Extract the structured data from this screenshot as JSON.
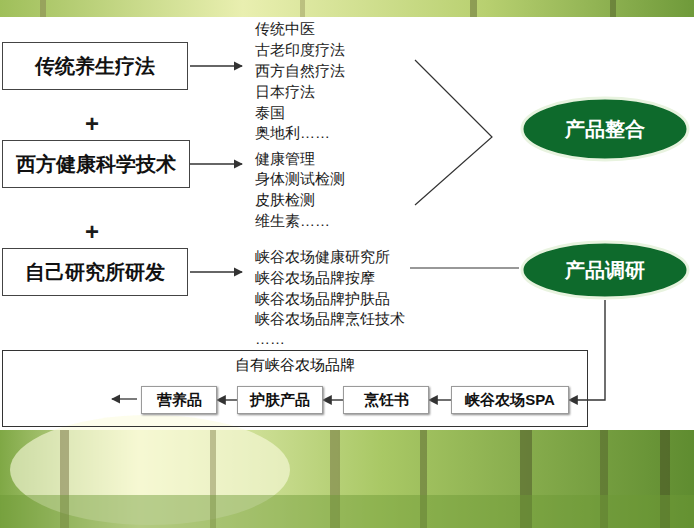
{
  "diagram": {
    "nodes": [
      {
        "text": [
          "传统养生疗法"
        ]
      },
      {
        "text": [
          "西方健康科学技术"
        ]
      },
      {
        "text": [
          "自己研究所研发"
        ]
      },
      {
        "text": [
          "产品整合"
        ]
      },
      {
        "text": [
          "产品调研"
        ]
      },
      {
        "text": [
          "自有峡谷农场品牌"
        ]
      },
      {
        "text": [
          "营养品"
        ],
        "in": 5
      },
      {
        "text": [
          "护肤产品"
        ],
        "in": 5
      },
      {
        "text": [
          "烹饪书"
        ],
        "in": 5
      },
      {
        "text": [
          "峡谷农场SPA"
        ],
        "in": 5
      }
    ],
    "edges": [
      {
        "from": 4,
        "to": 9,
        "arrow": "to"
      },
      {
        "from": 9,
        "to": 8,
        "arrow": "to"
      },
      {
        "from": 8,
        "to": 7,
        "arrow": "to"
      },
      {
        "from": 7,
        "to": 6,
        "arrow": "to"
      }
    ],
    "labels": [
      "+",
      "+",
      "传统中医",
      "古老印度疗法",
      "西方自然疗法",
      "日本疗法",
      "泰国",
      "奥地利……",
      "健康管理",
      "身体测试检测",
      "皮肤检测",
      "维生素……",
      "峡谷农场健康研究所",
      "峡谷农场品牌按摩",
      "峡谷农场品牌护肤品",
      "峡谷农场品牌烹饪技术",
      "……"
    ]
  }
}
